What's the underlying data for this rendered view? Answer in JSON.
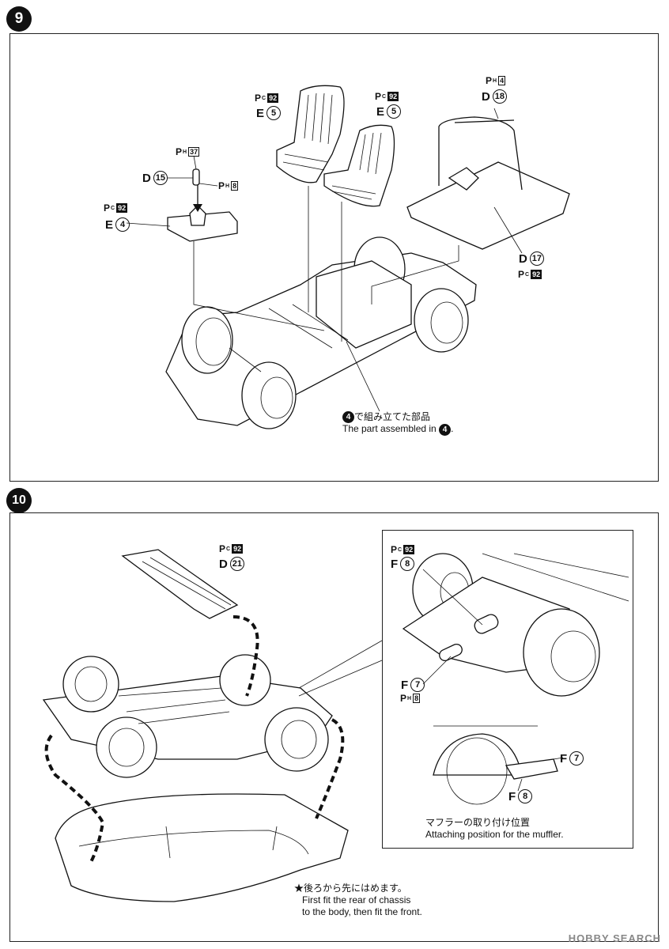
{
  "steps": [
    {
      "number": "9",
      "callouts": {
        "pc_left": {
          "prefix": "P",
          "sub": "C",
          "num": "92"
        },
        "e4": {
          "letter": "E",
          "num": "4"
        },
        "ph37": {
          "prefix": "P",
          "sub": "H",
          "num": "37"
        },
        "d15": {
          "letter": "D",
          "num": "15"
        },
        "ph8": {
          "prefix": "P",
          "sub": "H",
          "num": "8"
        },
        "pc_seat1": {
          "prefix": "P",
          "sub": "C",
          "num": "92"
        },
        "e5a": {
          "letter": "E",
          "num": "5"
        },
        "pc_seat2": {
          "prefix": "P",
          "sub": "C",
          "num": "92"
        },
        "e5b": {
          "letter": "E",
          "num": "5"
        },
        "ph4": {
          "prefix": "P",
          "sub": "H",
          "num": "4"
        },
        "d18": {
          "letter": "D",
          "num": "18"
        },
        "d17": {
          "letter": "D",
          "num": "17"
        },
        "pc_rear": {
          "prefix": "P",
          "sub": "C",
          "num": "92"
        }
      },
      "note_jp_suffix": "で組み立てた部品",
      "note_jp_badge": "4",
      "note_en_prefix": "The part assembled in",
      "note_en_badge": "4",
      "note_en_suffix": "."
    },
    {
      "number": "10",
      "callouts": {
        "pc_top": {
          "prefix": "P",
          "sub": "C",
          "num": "92"
        },
        "d21": {
          "letter": "D",
          "num": "21"
        },
        "pc_inset": {
          "prefix": "P",
          "sub": "C",
          "num": "92"
        },
        "f8a": {
          "letter": "F",
          "num": "8"
        },
        "f7a": {
          "letter": "F",
          "num": "7"
        },
        "ph8b": {
          "prefix": "P",
          "sub": "H",
          "num": "8"
        },
        "f7b": {
          "letter": "F",
          "num": "7"
        },
        "f8b": {
          "letter": "F",
          "num": "8"
        }
      },
      "muffler_jp": "マフラーの取り付け位置",
      "muffler_en": "Attaching position for the muffler.",
      "fit_jp": "★後ろから先にはめます。",
      "fit_en_1": "First fit the rear of chassis",
      "fit_en_2": "to the body, then fit the front."
    }
  ],
  "watermark": "HOBBY SEARCH"
}
